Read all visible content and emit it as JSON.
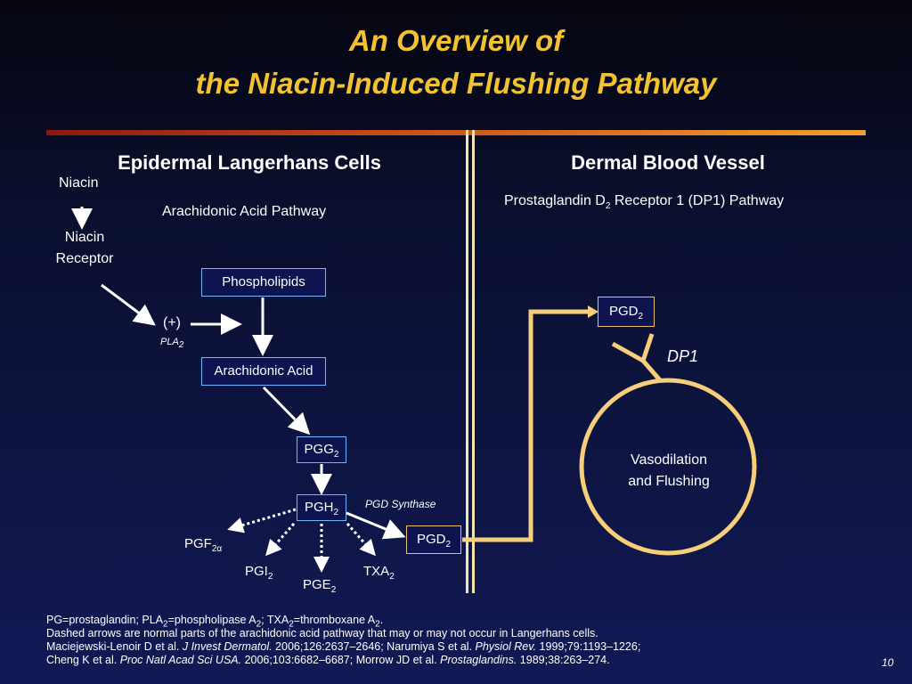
{
  "colors": {
    "title": "#f2c230",
    "accent": "#f7cf7a",
    "box_border": "#6fb8ff"
  },
  "title": {
    "line1": "An Overview of",
    "line2": "the Niacin-Induced Flushing Pathway"
  },
  "left": {
    "heading": "Epidermal Langerhans Cells",
    "niacin": "Niacin",
    "receptor_line1": "Niacin",
    "receptor_line2": "Receptor",
    "pathway": "Arachidonic Acid Pathway",
    "phospholipids": "Phospholipids",
    "plus": "(+)",
    "pla": "PLA",
    "pla_sub": "2",
    "arachidonic": "Arachidonic Acid",
    "pgg": "PGG",
    "pgg_sub": "2",
    "pgh": "PGH",
    "pgh_sub": "2",
    "pgd_synthase": "PGD Synthase",
    "pgd": "PGD",
    "pgd_sub": "2",
    "pgf": "PGF",
    "pgf_sub": "2α",
    "pgi": "PGI",
    "pgi_sub": "2",
    "pge": "PGE",
    "pge_sub": "2",
    "txa": "TXA",
    "txa_sub": "2"
  },
  "right": {
    "heading": "Dermal Blood Vessel",
    "pathway_a": "Prostaglandin D",
    "pathway_sub": "2",
    "pathway_b": " Receptor 1 (DP1) Pathway",
    "pgd": "PGD",
    "pgd_sub": "2",
    "dp1": "DP1",
    "circle_line1": "Vasodilation",
    "circle_line2": "and Flushing"
  },
  "footnotes": {
    "l1_a": "PG=prostaglandin; PLA",
    "l1_s1": "2",
    "l1_b": "=phospholipase A",
    "l1_s2": "2",
    "l1_c": "; TXA",
    "l1_s3": "2",
    "l1_d": "=thromboxane A",
    "l1_s4": "2",
    "l1_e": ".",
    "l2": "Dashed arrows are normal parts of the arachidonic acid pathway that may or may not occur in Langerhans cells.",
    "l3_a": "Maciejewski-Lenoir D et al. ",
    "l3_i1": "J Invest Dermatol.",
    "l3_b": " 2006;126:2637–2646; Narumiya S et al. ",
    "l3_i2": "Physiol Rev.",
    "l3_c": " 1999;79:1193–1226;",
    "l4_a": "Cheng K et al. ",
    "l4_i1": "Proc Natl Acad Sci USA.",
    "l4_b": " 2006;103:6682–6687; Morrow JD et al. ",
    "l4_i2": "Prostaglandins.",
    "l4_c": " 1989;38:263–274."
  },
  "page_number": "10"
}
